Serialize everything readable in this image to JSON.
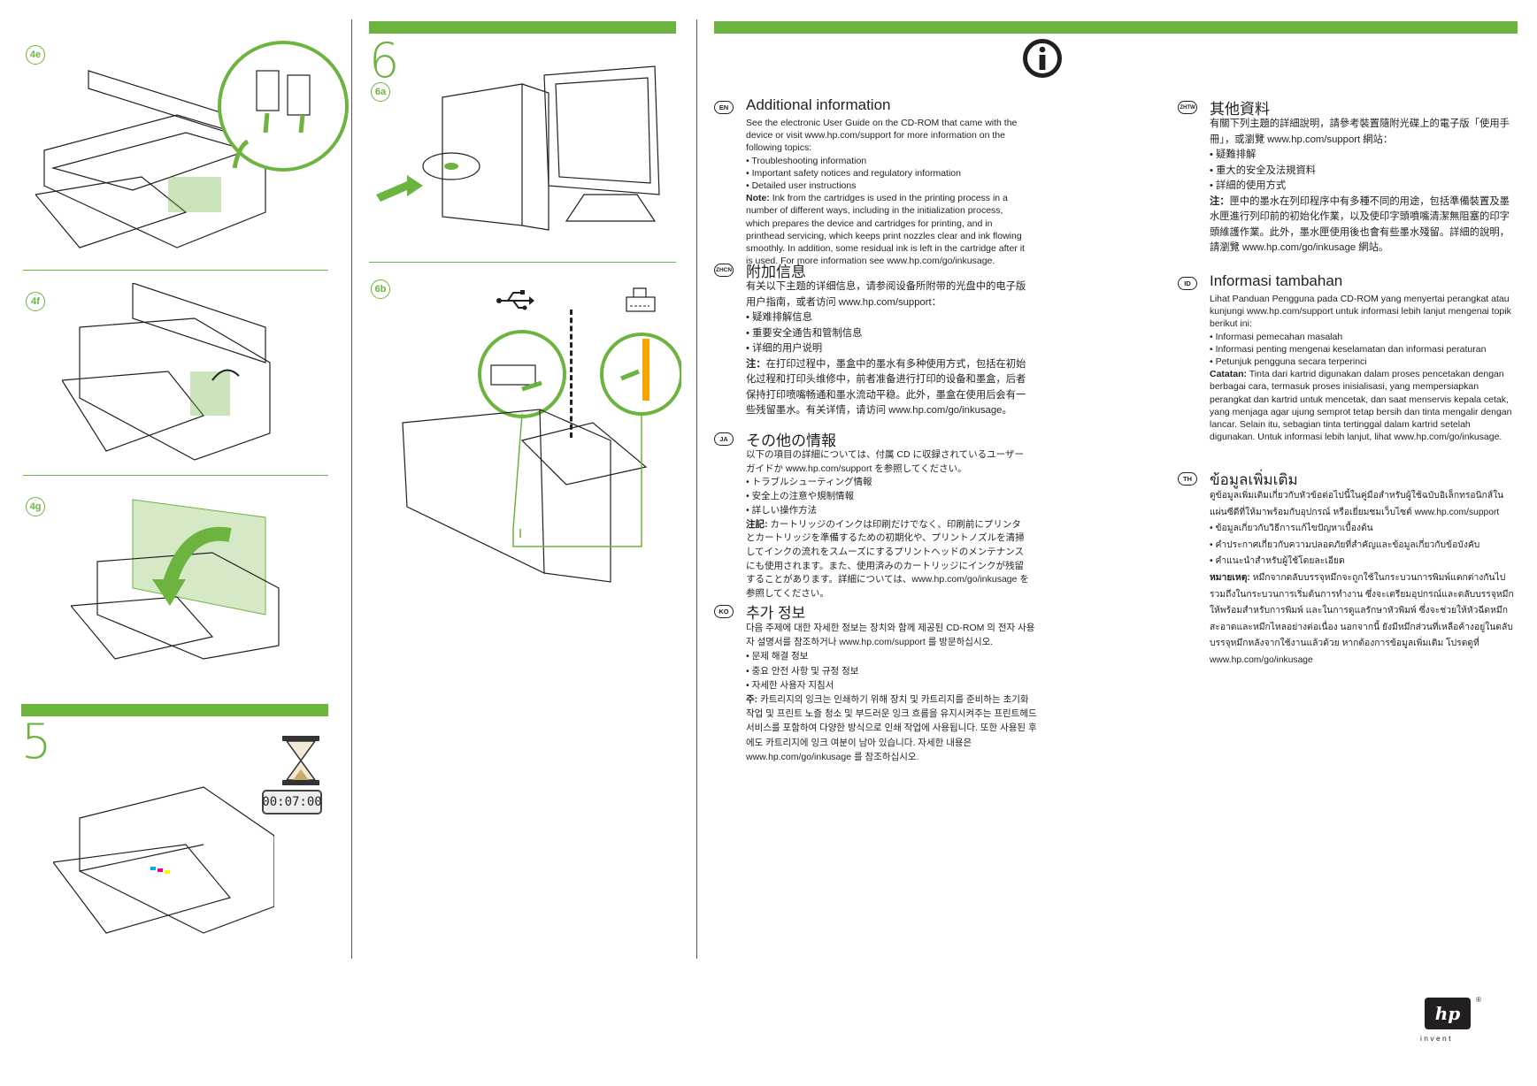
{
  "steps": {
    "s4e": "4e",
    "s4f": "4f",
    "s4g": "4g",
    "s5": "5",
    "s6": "6",
    "s6a": "6a",
    "s6b": "6b"
  },
  "timer": "00:07:00",
  "info_icon": "info-icon",
  "icons": {
    "usb": "usb-icon",
    "parallel": "parallel-port-icon",
    "hourglass": "hourglass-icon"
  },
  "colors": {
    "accent": "#6cb33f",
    "text": "#231f20"
  },
  "sections": {
    "en": {
      "code": "EN",
      "title": "Additional information",
      "intro": "See the electronic User Guide on the CD-ROM that came with the device or visit www.hp.com/support for more information on the following topics:",
      "items": [
        "Troubleshooting information",
        "Important safety notices and regulatory information",
        "Detailed user instructions"
      ],
      "note_label": "Note:",
      "note": "Ink from the cartridges is used in the printing process in a number of different ways, including in the initialization process, which prepares the device and cartridges for printing, and in printhead servicing, which keeps print nozzles clear and ink flowing smoothly. In addition, some residual ink is left in the cartridge after it is used. For more information see www.hp.com/go/inkusage."
    },
    "zhcn": {
      "code": "ZHCN",
      "title": "附加信息",
      "intro": "有关以下主题的详细信息，请参阅设备所附带的光盘中的电子版用户指南，或者访问 www.hp.com/support：",
      "items": [
        "疑难排解信息",
        "重要安全通告和管制信息",
        "详细的用户说明"
      ],
      "note_label": "注：",
      "note": "在打印过程中，墨盒中的墨水有多种使用方式，包括在初始化过程和打印头维修中，前者准备进行打印的设备和墨盒，后者保持打印喷嘴畅通和墨水流动平稳。此外，墨盒在使用后会有一些残留墨水。有关详情，请访问 www.hp.com/go/inkusage。"
    },
    "ja": {
      "code": "JA",
      "title": "その他の情報",
      "intro": "以下の項目の詳細については、付属 CD に収録されているユーザーガイドか www.hp.com/support を参照してください。",
      "items": [
        "トラブルシューティング情報",
        "安全上の注意や規制情報",
        "詳しい操作方法"
      ],
      "note_label": "注記:",
      "note": "カートリッジのインクは印刷だけでなく、印刷前にプリンタとカートリッジを準備するための初期化や、プリントノズルを清掃してインクの流れをスムーズにするプリントヘッドのメンテナンスにも使用されます。また、使用済みのカートリッジにインクが残留することがあります。詳細については、www.hp.com/go/inkusage を参照してください。"
    },
    "ko": {
      "code": "KO",
      "title": "추가 정보",
      "intro": "다음 주제에 대한 자세한 정보는 장치와 함께 제공된 CD-ROM 의 전자 사용자 설명서를 참조하거나 www.hp.com/support 를 방문하십시오.",
      "items": [
        "문제 해결 정보",
        "중요 안전 사항 및 규정 정보",
        "자세한 사용자 지침서"
      ],
      "note_label": "주:",
      "note": "카트리지의 잉크는 인쇄하기 위해 장치 및 카트리지를 준비하는 초기화 작업 및 프린트 노즐 청소 및 부드러운 잉크 흐름을 유지시켜주는 프린트헤드 서비스를 포함하여 다양한 방식으로 인쇄 작업에 사용됩니다. 또한 사용된 후에도 카트리지에 잉크 여분이 남아 있습니다. 자세한 내용은 www.hp.com/go/inkusage 를 참조하십시오."
    },
    "zhtw": {
      "code": "ZHTW",
      "title": "其他資料",
      "intro": "有關下列主題的詳細說明，請參考裝置隨附光碟上的電子版「使用手冊」，或瀏覽 www.hp.com/support 網站：",
      "items": [
        "疑難排解",
        "重大的安全及法規資料",
        "詳細的使用方式"
      ],
      "note_label": "注：",
      "note": "匣中的墨水在列印程序中有多種不同的用途，包括準備裝置及墨水匣進行列印前的初始化作業，以及使印字頭噴嘴清潔無阻塞的印字頭維護作業。此外，墨水匣使用後也會有些墨水殘留。詳細的說明，請瀏覽 www.hp.com/go/inkusage 網站。"
    },
    "id": {
      "code": "ID",
      "title": "Informasi tambahan",
      "intro": "Lihat Panduan Pengguna pada CD-ROM yang menyertai perangkat atau kunjungi www.hp.com/support untuk informasi lebih lanjut mengenai topik berikut ini:",
      "items": [
        "Informasi pemecahan masalah",
        "Informasi penting mengenai keselamatan dan informasi peraturan",
        "Petunjuk pengguna secara terperinci"
      ],
      "note_label": "Catatan:",
      "note": "Tinta dari kartrid digunakan dalam proses pencetakan dengan berbagai cara, termasuk proses inisialisasi, yang mempersiapkan perangkat dan kartrid untuk mencetak, dan saat menservis kepala cetak, yang menjaga agar ujung semprot tetap bersih dan tinta mengalir dengan lancar. Selain itu, sebagian tinta tertinggal dalam kartrid setelah digunakan. Untuk informasi lebih lanjut, lihat www.hp.com/go/inkusage."
    },
    "th": {
      "code": "TH",
      "title": "ข้อมูลเพิ่มเติม",
      "intro": "ดูข้อมูลเพิ่มเติมเกี่ยวกับหัวข้อต่อไปนี้ในคู่มือสำหรับผู้ใช้ฉบับอิเล็กทรอนิกส์ในแผ่นซีดีที่ให้มาพร้อมกับอุปกรณ์ หรือเยี่ยมชมเว็บไซต์ www.hp.com/support",
      "items": [
        "ข้อมูลเกี่ยวกับวิธีการแก้ไขปัญหาเบื้องต้น",
        "คำประกาศเกี่ยวกับความปลอดภัยที่สำคัญและข้อมูลเกี่ยวกับข้อบังคับ",
        "คำแนะนำสำหรับผู้ใช้โดยละเอียด"
      ],
      "note_label": "หมายเหตุ:",
      "note": "หมึกจากตลับบรรจุหมึกจะถูกใช้ในกระบวนการพิมพ์แตกต่างกันไป รวมถึงในกระบวนการเริ่มต้นการทำงาน ซึ่งจะเตรียมอุปกรณ์และตลับบรรจุหมึกให้พร้อมสำหรับการพิมพ์ และในการดูแลรักษาหัวพิมพ์ ซึ่งจะช่วยให้หัวฉีดหมึกสะอาดและหมึกไหลอย่างต่อเนื่อง นอกจากนี้ ยังมีหมึกส่วนที่เหลือค้างอยู่ในตลับบรรจุหมึกหลังจากใช้งานแล้วด้วย หากต้องการข้อมูลเพิ่มเติม โปรดดูที่ www.hp.com/go/inkusage"
    }
  },
  "logo": {
    "brand": "hp",
    "tagline": "i n v e n t"
  }
}
